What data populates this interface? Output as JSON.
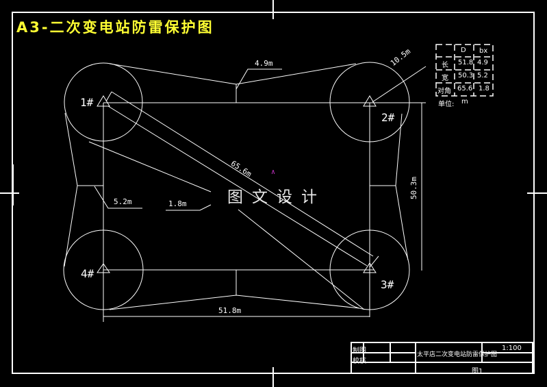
{
  "drawing": {
    "title": "A3-二次变电站防雷保护图",
    "watermark": "图文设计",
    "rods": [
      {
        "id": "1#",
        "label": "1#"
      },
      {
        "id": "2#",
        "label": "2#"
      },
      {
        "id": "3#",
        "label": "3#"
      },
      {
        "id": "4#",
        "label": "4#"
      }
    ],
    "dimensions": {
      "top_bx": "4.9m",
      "radius": "10.5m",
      "diagonal": "65.6m",
      "right_height": "50.3m",
      "bottom_length": "51.8m",
      "left_bx": "5.2m",
      "diag_bx": "1.8m"
    },
    "colors": {
      "background": "#000000",
      "lines": "#ffffff",
      "title": "#ffff33",
      "marker": "#cc33cc"
    }
  },
  "legend_table": {
    "headers": [
      "",
      "D",
      "bx"
    ],
    "rows": [
      {
        "name": "长",
        "D": "51.8",
        "bx": "4.9"
      },
      {
        "name": "宽",
        "D": "50.3",
        "bx": "5.2"
      },
      {
        "name": "对角",
        "D": "65.6",
        "bx": "1.8"
      }
    ],
    "unit_label": "单位:",
    "unit_value": "m"
  },
  "title_block": {
    "row1_label": "制图",
    "row2_label": "校核",
    "drawing_name": "太平店二次变电站防雷保护图",
    "scale": "1:100",
    "sheet": "图1"
  }
}
